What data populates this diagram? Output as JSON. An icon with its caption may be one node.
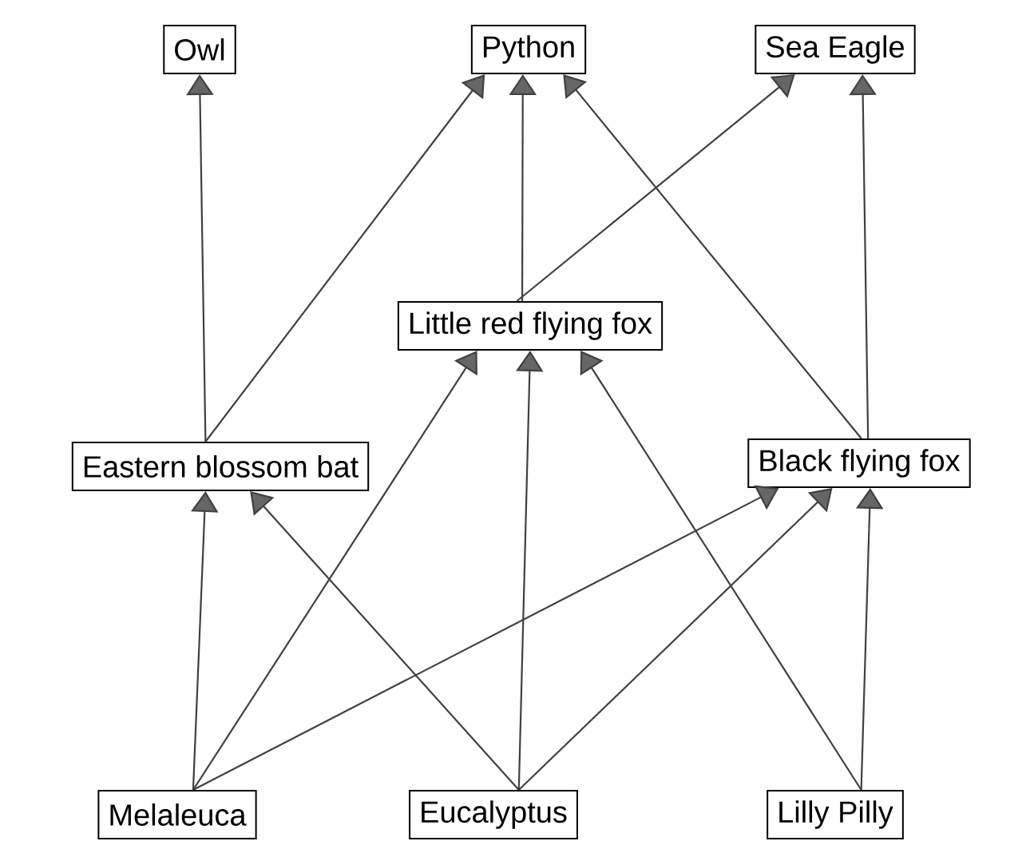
{
  "diagram": {
    "nodes": [
      {
        "text": [
          "Owl"
        ]
      },
      {
        "text": [
          "Python"
        ]
      },
      {
        "text": [
          "Sea Eagle"
        ]
      },
      {
        "text": [
          "Little red flying fox"
        ]
      },
      {
        "text": [
          "Eastern blossom bat"
        ]
      },
      {
        "text": [
          "Black flying fox"
        ]
      },
      {
        "text": [
          "Melaleuca"
        ]
      },
      {
        "text": [
          "Eucalyptus"
        ]
      },
      {
        "text": [
          "Lilly Pilly"
        ]
      }
    ],
    "edges": [
      {
        "from": 4,
        "to": 0,
        "arrow": "to"
      },
      {
        "from": 4,
        "to": 1,
        "arrow": "to"
      },
      {
        "from": 3,
        "to": 1,
        "arrow": "to"
      },
      {
        "from": 3,
        "to": 2,
        "arrow": "to"
      },
      {
        "from": 5,
        "to": 1,
        "arrow": "to"
      },
      {
        "from": 5,
        "to": 2,
        "arrow": "to"
      },
      {
        "from": 6,
        "to": 4,
        "arrow": "to"
      },
      {
        "from": 7,
        "to": 4,
        "arrow": "to"
      },
      {
        "from": 6,
        "to": 3,
        "arrow": "to"
      },
      {
        "from": 7,
        "to": 3,
        "arrow": "to"
      },
      {
        "from": 8,
        "to": 3,
        "arrow": "to"
      },
      {
        "from": 6,
        "to": 5,
        "arrow": "to"
      },
      {
        "from": 7,
        "to": 5,
        "arrow": "to"
      },
      {
        "from": 8,
        "to": 5,
        "arrow": "to"
      }
    ]
  }
}
